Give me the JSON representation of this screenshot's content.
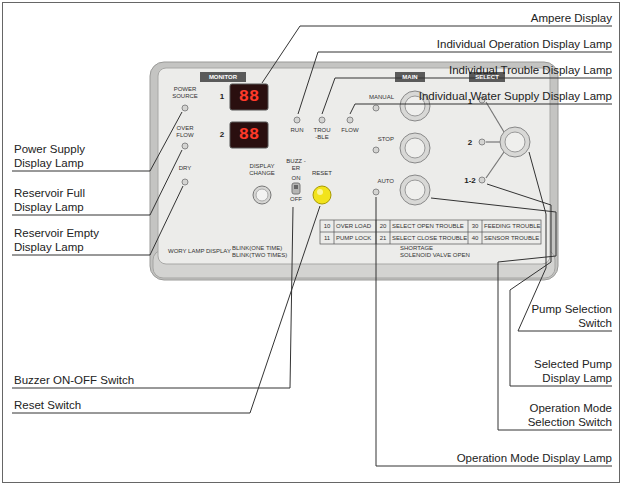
{
  "diagram": {
    "labels": [
      "Ampere Display",
      "Individual Operation Display Lamp",
      "Individual Trouble Display Lamp",
      "Individual Water Supply Display Lamp",
      "Power Supply Display Lamp",
      "Reservoir Full Display Lamp",
      "Reservoir Empty Display Lamp",
      "Buzzer ON-OFF Switch",
      "Reset Switch",
      "Pump Selection Switch",
      "Selected Pump Display Lamp",
      "Operation Mode Selection Switch",
      "Operation Mode Display Lamp",
      "MONITOR",
      "POWER SOURCE",
      "OVER FLOW",
      "DRY",
      "1",
      "88",
      "2",
      "88",
      "RUN",
      "TROU -BLE",
      "FLOW",
      "DISPLAY CHANGE",
      "BUZZ -ER",
      "ON",
      "OFF",
      "RESET",
      "MAIN",
      "MANUAL",
      "STOP",
      "AUTO",
      "SELECT",
      "1",
      "2",
      "1-2",
      "10",
      "OVER LOAD",
      "20",
      "SELECT OPEN TROUBLE",
      "30",
      "FEEDING TROUBLE",
      "11",
      "PUMP LOCK",
      "21",
      "SELECT CLOSE TROUBLE",
      "40",
      "SENSOR TROUBLE",
      "WORY LAMP DISPLAY",
      "BLINK(ONE TIME)",
      "BLINK(TWO TIMES)",
      "SHORTAGE",
      "SOLENOID VALVE OPEN"
    ]
  }
}
